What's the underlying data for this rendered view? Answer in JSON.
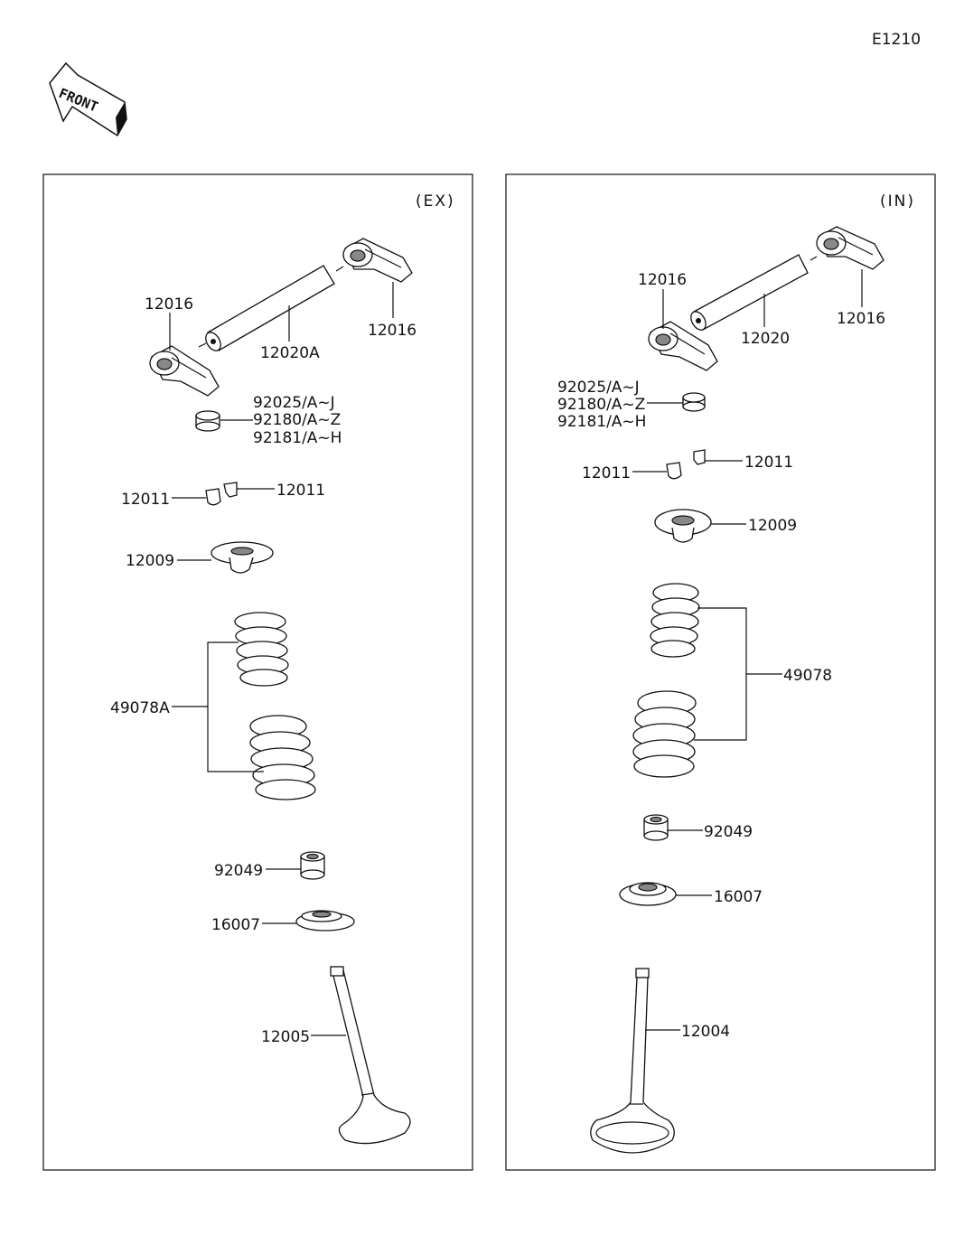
{
  "page_code": "E1210",
  "front_arrow": {
    "text": "FRONT",
    "icon": "front-arrow-icon"
  },
  "ex_panel": {
    "header": "(EX)",
    "labels": {
      "rocker_left": "12016",
      "shaft": "12020A",
      "rocker_right": "12016",
      "shim1": "92025/A~J",
      "shim2": "92180/A~Z",
      "shim3": "92181/A~H",
      "cotter_left": "12011",
      "cotter_right": "12011",
      "retainer": "12009",
      "spring": "49078A",
      "seal": "92049",
      "seat": "16007",
      "valve": "12005"
    }
  },
  "in_panel": {
    "header": "(IN)",
    "labels": {
      "rocker_left": "12016",
      "shaft": "12020",
      "rocker_right": "12016",
      "shim1": "92025/A~J",
      "shim2": "92180/A~Z",
      "shim3": "92181/A~H",
      "cotter_left": "12011",
      "cotter_right": "12011",
      "retainer": "12009",
      "spring": "49078",
      "seal": "92049",
      "seat": "16007",
      "valve": "12004"
    }
  }
}
